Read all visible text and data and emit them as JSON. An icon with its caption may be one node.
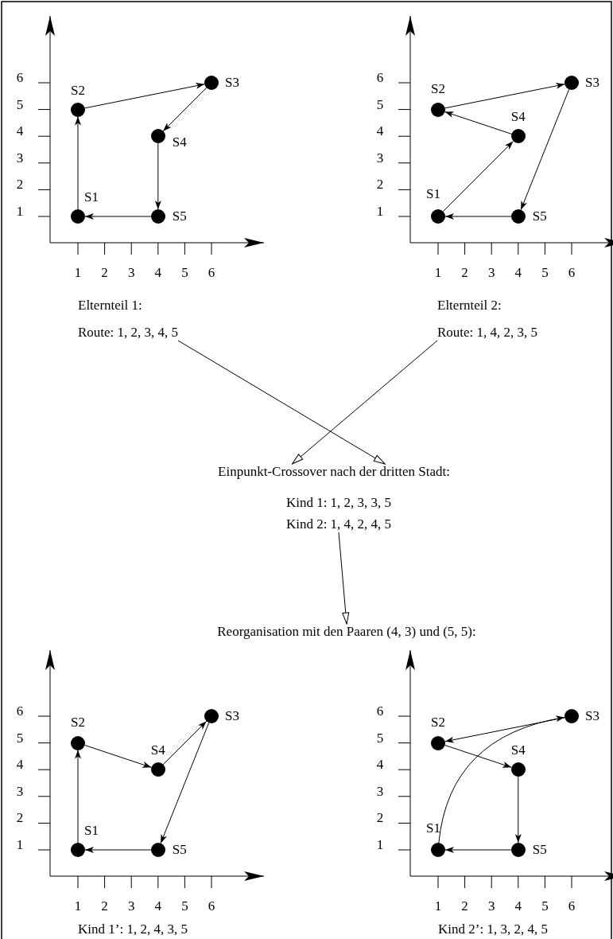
{
  "diagram": {
    "nodes": [
      {
        "text": [],
        "shape": "circle",
        "beside": [
          "S1"
        ]
      },
      {
        "text": [],
        "shape": "circle",
        "beside": [
          "S2"
        ]
      },
      {
        "text": [],
        "shape": "circle",
        "beside": [
          "S3"
        ]
      },
      {
        "text": [],
        "shape": "circle",
        "beside": [
          "S4"
        ]
      },
      {
        "text": [],
        "shape": "circle",
        "beside": [
          "S5"
        ]
      },
      {
        "text": [],
        "shape": "circle",
        "beside": [
          "S1"
        ]
      },
      {
        "text": [],
        "shape": "circle",
        "beside": [
          "S2"
        ]
      },
      {
        "text": [],
        "shape": "circle",
        "beside": [
          "S3"
        ]
      },
      {
        "text": [],
        "shape": "circle",
        "beside": [
          "S4"
        ]
      },
      {
        "text": [],
        "shape": "circle",
        "beside": [
          "S5"
        ]
      },
      {
        "text": [
          "Elternteil 1:",
          "Route: 1, 2, 3, 4, 5"
        ]
      },
      {
        "text": [
          "Elternteil 2:",
          "Route: 1, 4, 2, 3, 5"
        ]
      },
      {
        "text": [
          "Einpunkt-Crossover nach der dritten Stadt:"
        ]
      },
      {
        "text": [
          "Kind 1: 1, 2, 3, 3, 5",
          "Kind 2: 1, 4, 2, 4, 5"
        ]
      },
      {
        "text": [
          "Reorganisation mit den Paaren (4, 3) und (5, 5):"
        ]
      },
      {
        "text": [],
        "shape": "circle",
        "beside": [
          "S1"
        ]
      },
      {
        "text": [],
        "shape": "circle",
        "beside": [
          "S2"
        ]
      },
      {
        "text": [],
        "shape": "circle",
        "beside": [
          "S3"
        ]
      },
      {
        "text": [],
        "shape": "circle",
        "beside": [
          "S4"
        ]
      },
      {
        "text": [],
        "shape": "circle",
        "beside": [
          "S5"
        ]
      },
      {
        "text": [],
        "shape": "circle",
        "beside": [
          "S1"
        ]
      },
      {
        "text": [],
        "shape": "circle",
        "beside": [
          "S2"
        ]
      },
      {
        "text": [],
        "shape": "circle",
        "beside": [
          "S3"
        ]
      },
      {
        "text": [],
        "shape": "circle",
        "beside": [
          "S4"
        ]
      },
      {
        "text": [],
        "shape": "circle",
        "beside": [
          "S5"
        ]
      }
    ],
    "edges": [
      {
        "from": 10,
        "to": 12,
        "arrow": "to"
      },
      {
        "from": 11,
        "to": 12,
        "arrow": "to"
      },
      {
        "from": 13,
        "to": 14,
        "arrow": "to"
      },
      {
        "from": 0,
        "to": 1,
        "arrow": "to"
      },
      {
        "from": 1,
        "to": 2,
        "arrow": "to"
      },
      {
        "from": 2,
        "to": 3,
        "arrow": "to"
      },
      {
        "from": 3,
        "to": 4,
        "arrow": "to"
      },
      {
        "from": 4,
        "to": 0,
        "arrow": "to"
      },
      {
        "from": 5,
        "to": 8,
        "arrow": "to"
      },
      {
        "from": 8,
        "to": 6,
        "arrow": "to"
      },
      {
        "from": 6,
        "to": 7,
        "arrow": "to"
      },
      {
        "from": 7,
        "to": 9,
        "arrow": "to"
      },
      {
        "from": 9,
        "to": 5,
        "arrow": "to"
      },
      {
        "from": 15,
        "to": 16,
        "arrow": "to"
      },
      {
        "from": 16,
        "to": 18,
        "arrow": "to"
      },
      {
        "from": 18,
        "to": 17,
        "arrow": "to"
      },
      {
        "from": 17,
        "to": 19,
        "arrow": "to"
      },
      {
        "from": 19,
        "to": 15,
        "arrow": "to"
      },
      {
        "from": 20,
        "to": 22,
        "arrow": "to"
      },
      {
        "from": 22,
        "to": 21,
        "arrow": "to"
      },
      {
        "from": 21,
        "to": 23,
        "arrow": "to"
      },
      {
        "from": 23,
        "to": 24,
        "arrow": "to"
      },
      {
        "from": 24,
        "to": 20,
        "arrow": "to"
      }
    ],
    "labels": [
      "6",
      "5",
      "4",
      "3",
      "2",
      "1",
      "1",
      "2",
      "3",
      "4",
      "5",
      "6",
      "6",
      "5",
      "4",
      "3",
      "2",
      "1",
      "1",
      "2",
      "3",
      "4",
      "5",
      "6",
      "6",
      "5",
      "4",
      "3",
      "2",
      "1",
      "1",
      "2",
      "3",
      "4",
      "5",
      "6",
      "6",
      "5",
      "4",
      "3",
      "2",
      "1",
      "1",
      "2",
      "3",
      "4",
      "5",
      "6",
      "Kind 1’: 1, 2, 4, 3, 5",
      "Kind 2’: 1, 3, 2, 4, 5"
    ]
  }
}
